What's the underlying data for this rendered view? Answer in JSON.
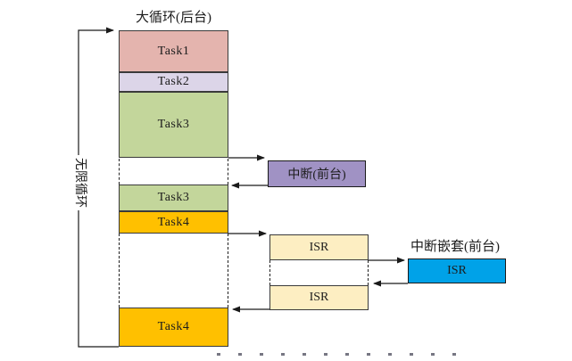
{
  "diagram": {
    "title": "大循环(后台)",
    "infinite_loop_label": "无限循环",
    "background_column": {
      "blocks": [
        {
          "id": "task1",
          "label": "Task1"
        },
        {
          "id": "task2",
          "label": "Task2"
        },
        {
          "id": "task3",
          "label": "Task3"
        },
        {
          "id": "task3-repeat",
          "label": "Task3"
        },
        {
          "id": "task4",
          "label": "Task4"
        },
        {
          "id": "task4-repeat",
          "label": "Task4"
        }
      ]
    },
    "interrupt_box": {
      "label": "中断(前台)"
    },
    "isr_column": {
      "first": "ISR",
      "second": "ISR"
    },
    "nested_interrupt": {
      "caption": "中断嵌套(前台)",
      "box_label": "ISR"
    },
    "colors": {
      "task1": "#e4b4ae",
      "task2": "#dcd5e8",
      "task3": "#c3d69b",
      "task4": "#ffc000",
      "interrupt": "#a092c4",
      "isr": "#fdeec2",
      "nested_isr": "#00a2e8",
      "line": "#1a1a1a"
    }
  }
}
